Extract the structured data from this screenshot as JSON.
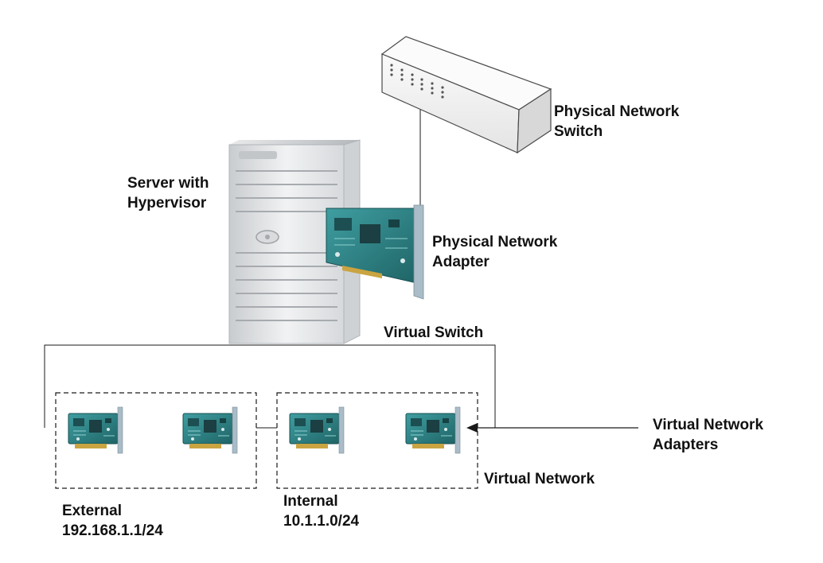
{
  "labels": {
    "physical_switch": [
      "Physical Network",
      "Switch"
    ],
    "server": [
      "Server with",
      "Hypervisor"
    ],
    "physical_adapter": [
      "Physical Network",
      "Adapter"
    ],
    "virtual_switch": "Virtual Switch",
    "virtual_adapters": [
      "Virtual Network",
      "Adapters"
    ],
    "virtual_network": "Virtual Network",
    "external": [
      "External",
      "192.168.1.1/24"
    ],
    "internal": [
      "Internal",
      "10.1.1.0/24"
    ]
  },
  "colors": {
    "line": "#1a1a1a",
    "nic_board": "#2e7f83",
    "nic_bracket": "#9fb3bf",
    "server_body": "#e2e4e6",
    "switch_body": "#f2f2f2"
  },
  "icons": {
    "switch": "network-switch-icon",
    "server": "server-tower-icon",
    "nic": "network-card-icon"
  }
}
